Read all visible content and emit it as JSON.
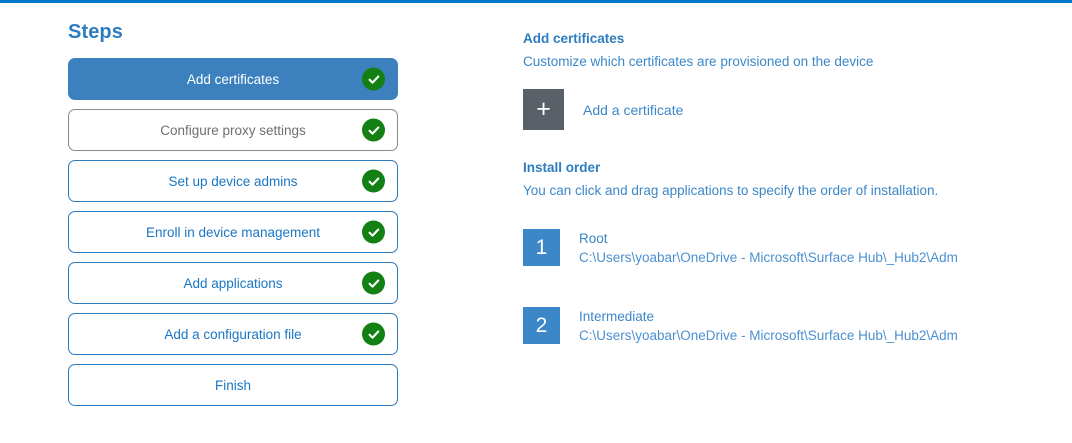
{
  "theme": {
    "accent": "#0078c8",
    "step_blue": "#2d7cc0",
    "active_step_bg": "#3c80bd",
    "check_green": "#128012",
    "plus_gray": "#5a6068",
    "order_badge_blue": "#3b87c8",
    "link_blue": "#3b87c8"
  },
  "steps_panel": {
    "title": "Steps",
    "items": [
      {
        "label": "Add certificates",
        "state": "active",
        "completed": true
      },
      {
        "label": "Configure proxy settings",
        "state": "muted",
        "completed": true
      },
      {
        "label": "Set up device admins",
        "state": "default",
        "completed": true
      },
      {
        "label": "Enroll in device management",
        "state": "default",
        "completed": true
      },
      {
        "label": "Add applications",
        "state": "default",
        "completed": true
      },
      {
        "label": "Add a configuration file",
        "state": "default",
        "completed": true
      },
      {
        "label": "Finish",
        "state": "default",
        "completed": false
      }
    ]
  },
  "content": {
    "certificates": {
      "heading": "Add certificates",
      "description": "Customize which certificates are provisioned on the device",
      "add_button_glyph": "+",
      "add_button_label": "Add a certificate"
    },
    "install_order": {
      "heading": "Install order",
      "description": "You can click and drag applications to specify the order of installation.",
      "items": [
        {
          "number": "1",
          "name": "Root",
          "path": "C:\\Users\\yoabar\\OneDrive - Microsoft\\Surface Hub\\_Hub2\\Adm"
        },
        {
          "number": "2",
          "name": "Intermediate",
          "path": "C:\\Users\\yoabar\\OneDrive - Microsoft\\Surface Hub\\_Hub2\\Adm"
        }
      ]
    }
  }
}
